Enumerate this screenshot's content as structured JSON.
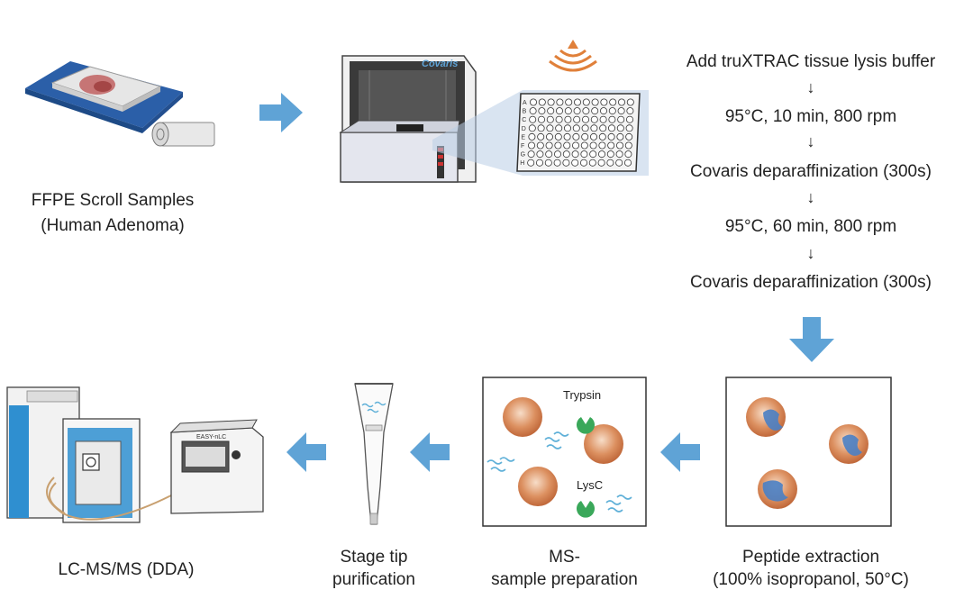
{
  "colors": {
    "arrow": "#5fa3d6",
    "orange": "#d2804a",
    "blue_dark": "#2d5d9f",
    "blue_light": "#bcd4ec",
    "trypsin_green": "#3aa85a"
  },
  "samples": {
    "title": "FFPE Scroll Samples",
    "subtitle": "(Human Adenoma)"
  },
  "instrument": {
    "brand": "Covaris"
  },
  "plate": {
    "rows": [
      "A",
      "B",
      "C",
      "D",
      "E",
      "F",
      "G",
      "H"
    ]
  },
  "protocol": {
    "steps": [
      "Add truXTRAC tissue lysis buffer",
      "95°C, 10 min, 800 rpm",
      "Covaris deparaffinization (300s)",
      "95°C, 60 min, 800 rpm",
      "Covaris deparaffinization (300s)"
    ],
    "arrow_glyph": "↓"
  },
  "lcms": {
    "label": "LC-MS/MS (DDA)",
    "lc_brand": "EASY-nLC"
  },
  "stage_tip": {
    "line1": "Stage tip",
    "line2": "purification"
  },
  "ms_prep": {
    "line1": "MS-",
    "line2": "sample preparation",
    "enzyme1": "Trypsin",
    "enzyme2": "LysC"
  },
  "peptide": {
    "line1": "Peptide extraction",
    "line2": "(100% isopropanol, 50°C)"
  }
}
